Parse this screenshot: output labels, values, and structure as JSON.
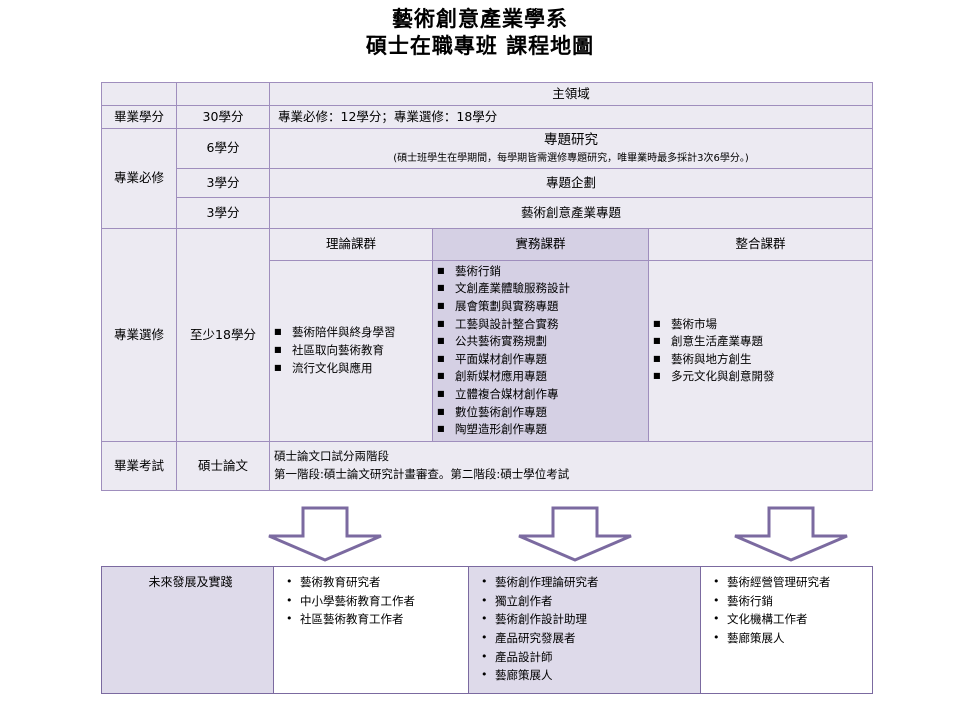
{
  "title": {
    "line1": "藝術創意產業學系",
    "line2": "碩士在職專班  課程地圖"
  },
  "table": {
    "main_domain_header": "主領域",
    "graduation_credits": {
      "category": "畢業學分",
      "credits": "30學分",
      "detail": "專業必修：12學分；專業選修：18學分"
    },
    "required": {
      "category": "專業必修",
      "rows": [
        {
          "credits": "6學分",
          "name": "專題研究",
          "note": "(碩士班學生在學期間，每學期皆需選修專題研究，唯畢業時最多採計3次6學分。)"
        },
        {
          "credits": "3學分",
          "name": "專題企劃",
          "note": ""
        },
        {
          "credits": "3學分",
          "name": "藝術創意產業專題",
          "note": ""
        }
      ]
    },
    "elective": {
      "category": "專業選修",
      "credits": "至少18學分",
      "groups": [
        {
          "name": "理論課群",
          "courses": [
            "藝術陪伴與終身學習",
            "社區取向藝術教育",
            "流行文化與應用"
          ]
        },
        {
          "name": "實務課群",
          "courses": [
            "藝術行銷",
            "文創產業體驗服務設計",
            "展會策劃與實務專題",
            "工藝與設計整合實務",
            "公共藝術實務規劃",
            "平面媒材創作專題",
            "創新媒材應用專題",
            "立體複合媒材創作專",
            "數位藝術創作專題",
            "陶塑造形創作專題"
          ]
        },
        {
          "name": "整合課群",
          "courses": [
            "藝術市場",
            "創意生活產業專題",
            "藝術與地方創生",
            "多元文化與創意開發"
          ]
        }
      ]
    },
    "exam": {
      "category": "畢業考試",
      "credits": "碩士論文",
      "line1": "碩士論文口試分兩階段",
      "line2": "第一階段:碩士論文研究計畫審查。第二階段:碩士學位考試"
    }
  },
  "future": {
    "label": "未來發展及實踐",
    "columns": [
      {
        "items": [
          "藝術教育研究者",
          "中小學藝術教育工作者",
          "社區藝術教育工作者"
        ]
      },
      {
        "items": [
          "藝術創作理論研究者",
          "獨立創作者",
          "藝術創作設計助理",
          "產品研究發展者",
          "產品設計師",
          "藝廊策展人"
        ]
      },
      {
        "items": [
          "藝術經營管理研究者",
          "藝術行銷",
          "文化機構工作者",
          "藝廊策展人"
        ]
      }
    ]
  },
  "colors": {
    "border": "#9f8ebd",
    "cell_light": "#eceaf2",
    "cell_mid": "#d5d0e4",
    "future_shade": "#dedaea",
    "arrow_stroke": "#7b6aa0"
  }
}
